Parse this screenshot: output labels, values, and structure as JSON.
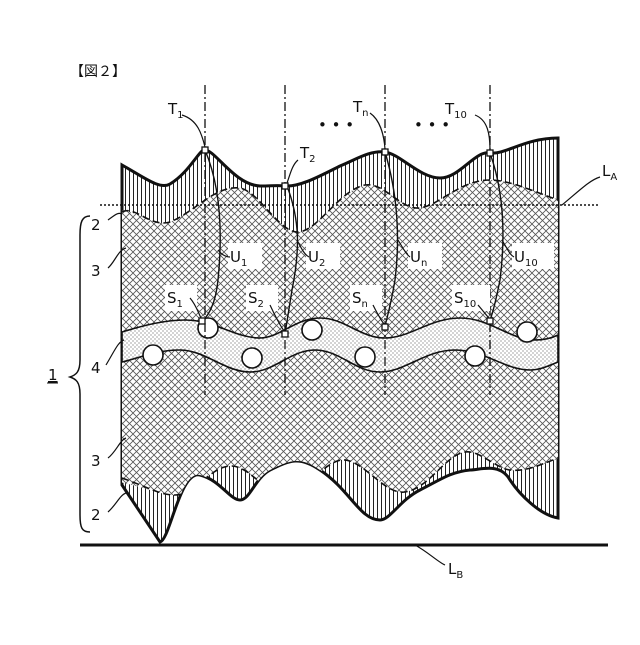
{
  "figure": {
    "caption": "【図２】",
    "reference_numeral": "1",
    "layer_labels": {
      "top_2": "2",
      "top_3": "3",
      "fourth": "4",
      "bottom_3": "3",
      "bottom_2": "2"
    },
    "ellipsis_left": "• • •",
    "ellipsis_right": "• • •",
    "line_a": {
      "main": "L",
      "sub": "A"
    },
    "line_b": {
      "main": "L",
      "sub": "B"
    },
    "t_points": [
      {
        "main": "T",
        "sub": "1"
      },
      {
        "main": "T",
        "sub": "2"
      },
      {
        "main": "T",
        "sub": "n"
      },
      {
        "main": "T",
        "sub": "10"
      }
    ],
    "s_points": [
      {
        "main": "S",
        "sub": "1"
      },
      {
        "main": "S",
        "sub": "2"
      },
      {
        "main": "S",
        "sub": "n"
      },
      {
        "main": "S",
        "sub": "10"
      }
    ],
    "u_paths": [
      {
        "main": "U",
        "sub": "1"
      },
      {
        "main": "U",
        "sub": "2"
      },
      {
        "main": "U",
        "sub": "n"
      },
      {
        "main": "U",
        "sub": "10"
      }
    ],
    "colors": {
      "ink": "#111111",
      "background": "#ffffff"
    }
  }
}
